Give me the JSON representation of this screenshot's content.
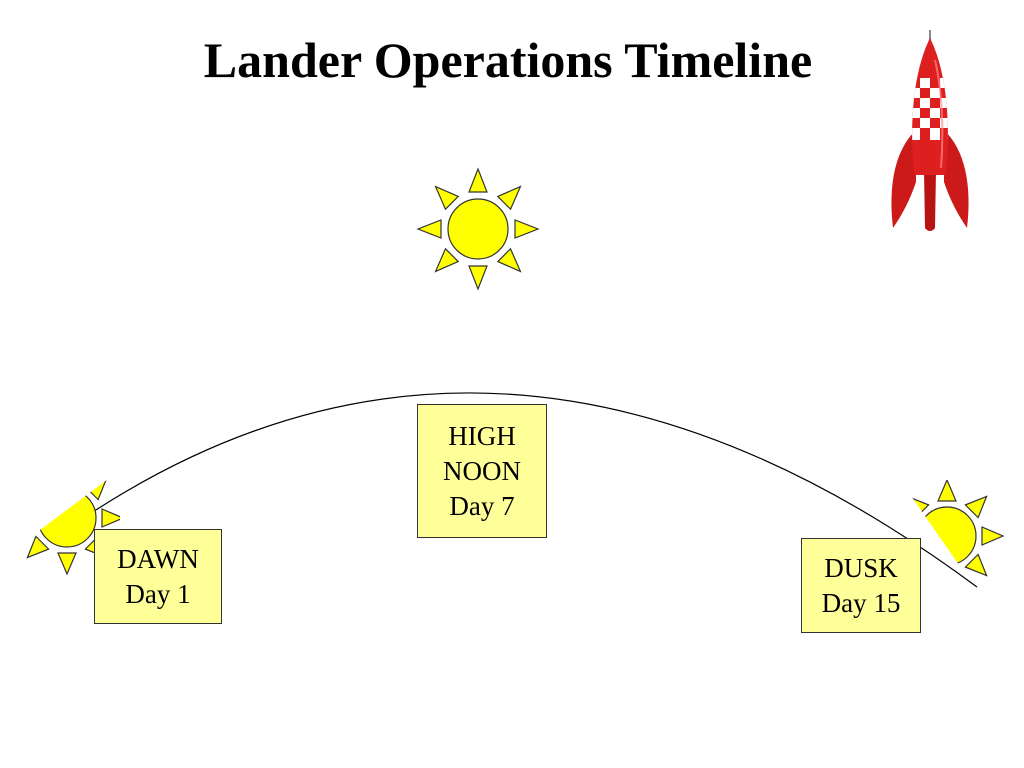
{
  "title": "Lander Operations Timeline",
  "phases": [
    {
      "name": "DAWN",
      "day": "Day 1"
    },
    {
      "name": "HIGH NOON",
      "name_line1": "HIGH",
      "name_line2": "NOON",
      "day": "Day 7"
    },
    {
      "name": "DUSK",
      "day": "Day 15"
    }
  ],
  "colors": {
    "sun_fill": "#ffff00",
    "label_fill": "#ffff99",
    "rocket_red": "#dd1f1f",
    "rocket_white": "#ffffff"
  },
  "icons": {
    "sun": "sun-icon",
    "rocket": "rocket-icon"
  }
}
